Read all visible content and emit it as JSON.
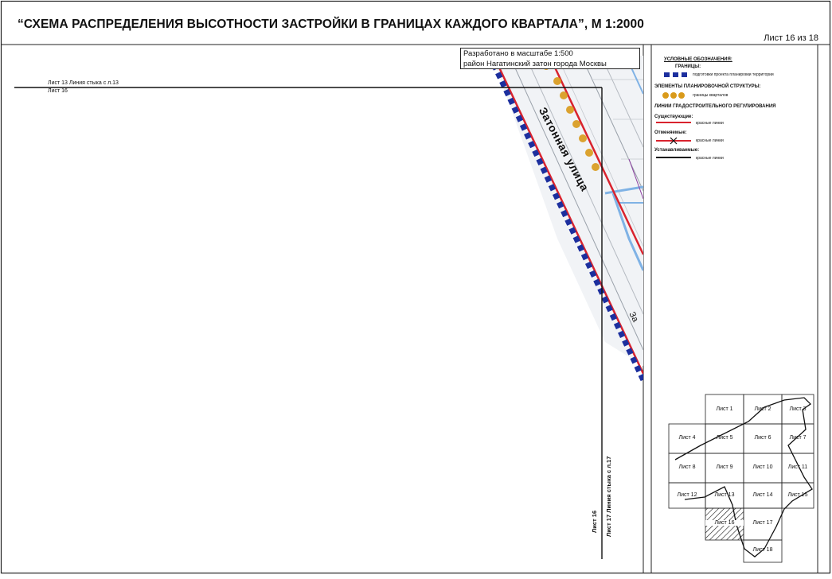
{
  "header": {
    "title": "“СХЕМА РАСПРЕДЕЛЕНИЯ ВЫСОТНОСТИ ЗАСТРОЙКИ В ГРАНИЦАХ КАЖДОГО КВАРТАЛА”, М 1:2000",
    "sheet_number": "Лист 16 из 18"
  },
  "info_box": {
    "line1": "Разработано в масштабе 1:500",
    "line2": "район Нагатинский затон города Москвы"
  },
  "map": {
    "joint_top": "Лист 13 Линия стыка с л.13",
    "sheet_left": "Лист 16",
    "sheet_bottom": "Лист 16",
    "joint_right": "Лист 17 Линия стыка с л.17",
    "street_name": "Затонная улица",
    "map_fragment_label": "За"
  },
  "legend": {
    "title": "УСЛОВНЫЕ ОБОЗНАЧЕНИЯ:",
    "boundaries_heading": "ГРАНИЦЫ:",
    "boundaries_item": "подготовки проекта планировки территории",
    "planning_heading": "ЭЛЕМЕНТЫ ПЛАНИРОВОЧНОЙ СТРУКТУРЫ:",
    "planning_item": "границы кварталов",
    "regulation_heading": "ЛИНИИ ГРАДОСТРОИТЕЛЬНОГО РЕГУЛИРОВАНИЯ",
    "existing_heading": "Существующие:",
    "existing_item": "красные линии",
    "cancelled_heading": "Отменяемые:",
    "cancelled_item": "красные линии",
    "established_heading": "Устанавливаемые:",
    "established_item": "красные линии"
  },
  "sheet_index": {
    "sheets": [
      "Лист 1",
      "Лист 2",
      "Лист 3",
      "Лист 4",
      "Лист 5",
      "Лист 6",
      "Лист 7",
      "Лист 8",
      "Лист 9",
      "Лист 10",
      "Лист 11",
      "Лист 12",
      "Лист 13",
      "Лист 14",
      "Лист 15",
      "Лист 16",
      "Лист 17",
      "Лист 18"
    ],
    "current": "Лист 16"
  },
  "colors": {
    "boundary_blue": "#1c2f9e",
    "red_line": "#d9232e",
    "quarter_orange": "#d99a1a",
    "water_blue": "#7fb2e5"
  }
}
